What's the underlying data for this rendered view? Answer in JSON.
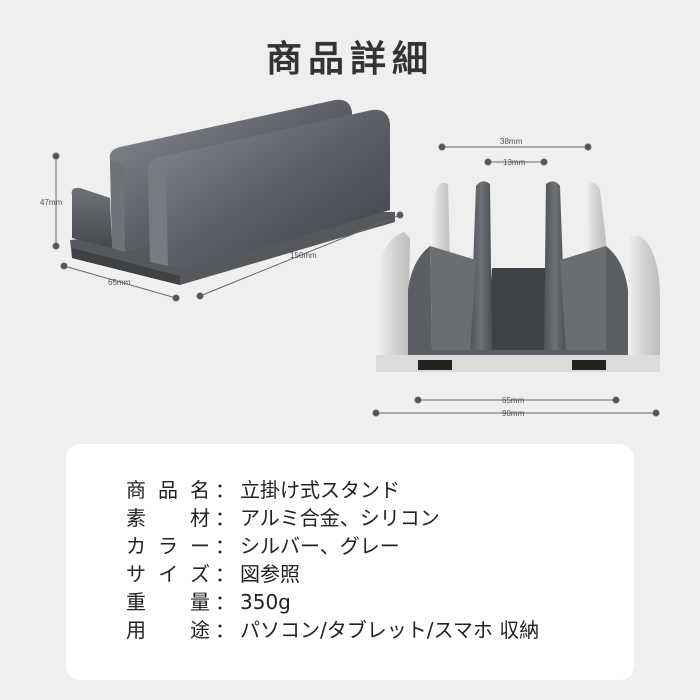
{
  "title": "商品詳細",
  "dimensions": {
    "height": "47mm",
    "depth": "65mm",
    "length": "150mm",
    "top_total": "38mm",
    "top_inner": "13mm",
    "bottom_inner": "65mm",
    "bottom_total": "90mm"
  },
  "specs": [
    {
      "label": "商品名",
      "separator": "：",
      "value": "立掛け式スタンド"
    },
    {
      "label": "素材",
      "separator": "：",
      "value": "アルミ合金、シリコン"
    },
    {
      "label": "カラー",
      "separator": "：",
      "value": "シルバー、グレー"
    },
    {
      "label": "サイズ",
      "separator": "：",
      "value": "図参照"
    },
    {
      "label": "重量",
      "separator": "：",
      "value": "350g"
    },
    {
      "label": "用途",
      "separator": "：",
      "value": "パソコン/タブレット/スマホ 収納"
    }
  ]
}
